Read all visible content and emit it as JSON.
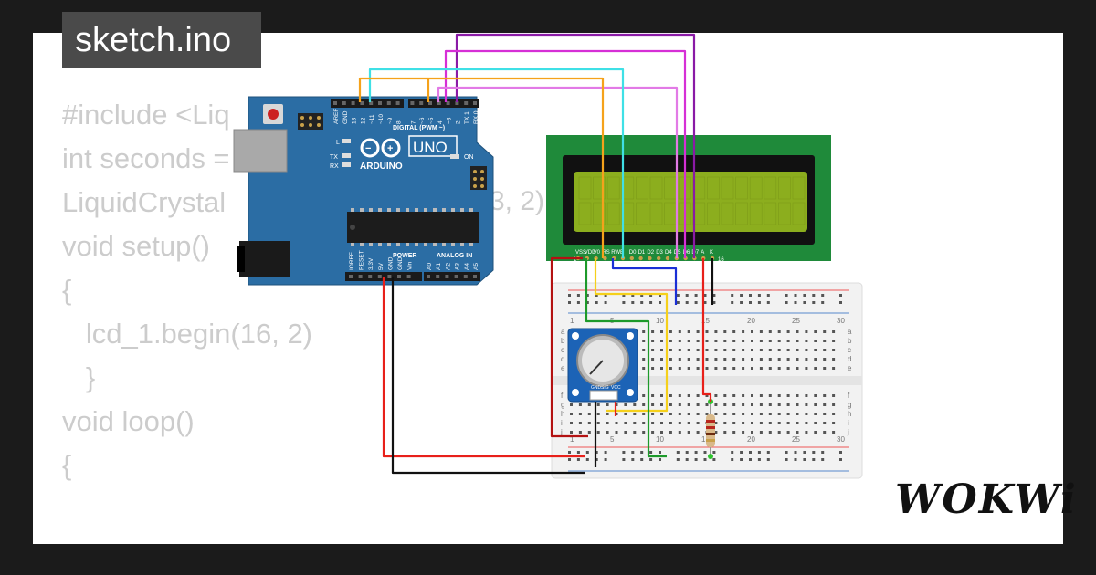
{
  "tab": {
    "filename": "sketch.ino"
  },
  "code_lines": [
    "#include <Liq",
    "int seconds =",
    "LiquidCrystal",
    "",
    "void setup()",
    "{",
    "   lcd_1.begin(16, 2)",
    "   }",
    "void loop()",
    "{"
  ],
  "code_fragment": "3, 2)",
  "arduino": {
    "brand": "ARDUINO",
    "model": "UNO",
    "digital_label": "DIGITAL (PWM ~)",
    "power_label": "POWER",
    "analog_label": "ANALOG IN",
    "on_label": "ON",
    "l_label": "L",
    "tx_label": "TX",
    "rx_label": "RX",
    "digital_pins": [
      "AREF",
      "GND",
      "13",
      "12",
      "~11",
      "~10",
      "~9",
      "8",
      "7",
      "~6",
      "~5",
      "4",
      "~3",
      "2",
      "TX 1",
      "RX 0"
    ],
    "power_pins": [
      "IOREF",
      "RESET",
      "3.3V",
      "5V",
      "GND",
      "GND",
      "Vin"
    ],
    "analog_pins": [
      "A0",
      "A1",
      "A2",
      "A3",
      "A4",
      "A5"
    ]
  },
  "lcd": {
    "pin_labels": [
      "VSS",
      "VDD",
      "V0",
      "RS",
      "RW",
      "E",
      "D0",
      "D1",
      "D2",
      "D3",
      "D4",
      "D5",
      "D6",
      "D7",
      "A",
      "K"
    ],
    "pin_count_label": "16",
    "pin_one_label": "1",
    "backlight_color": "#8cae1e",
    "board_color": "#1f8a3a"
  },
  "potentiometer": {
    "pin_labels": [
      "GND",
      "SIG",
      "VCC"
    ]
  },
  "breadboard": {
    "column_labels": [
      "1",
      "5",
      "10",
      "15",
      "20",
      "25",
      "30"
    ],
    "row_labels_top": [
      "a",
      "b",
      "c",
      "d",
      "e"
    ],
    "row_labels_bottom": [
      "f",
      "g",
      "h",
      "i",
      "j"
    ]
  },
  "wire_colors": {
    "red": "#e8201a",
    "black": "#111111",
    "orange": "#f5a21b",
    "cyan": "#3fe0e6",
    "magenta": "#d62fd6",
    "purple": "#8a1aa6",
    "violet": "#e27ae6",
    "blue": "#1a2fd6",
    "green": "#1d9a2a",
    "yellow": "#f5d01b",
    "dark_red": "#b31212"
  },
  "logo": "WOKWi"
}
